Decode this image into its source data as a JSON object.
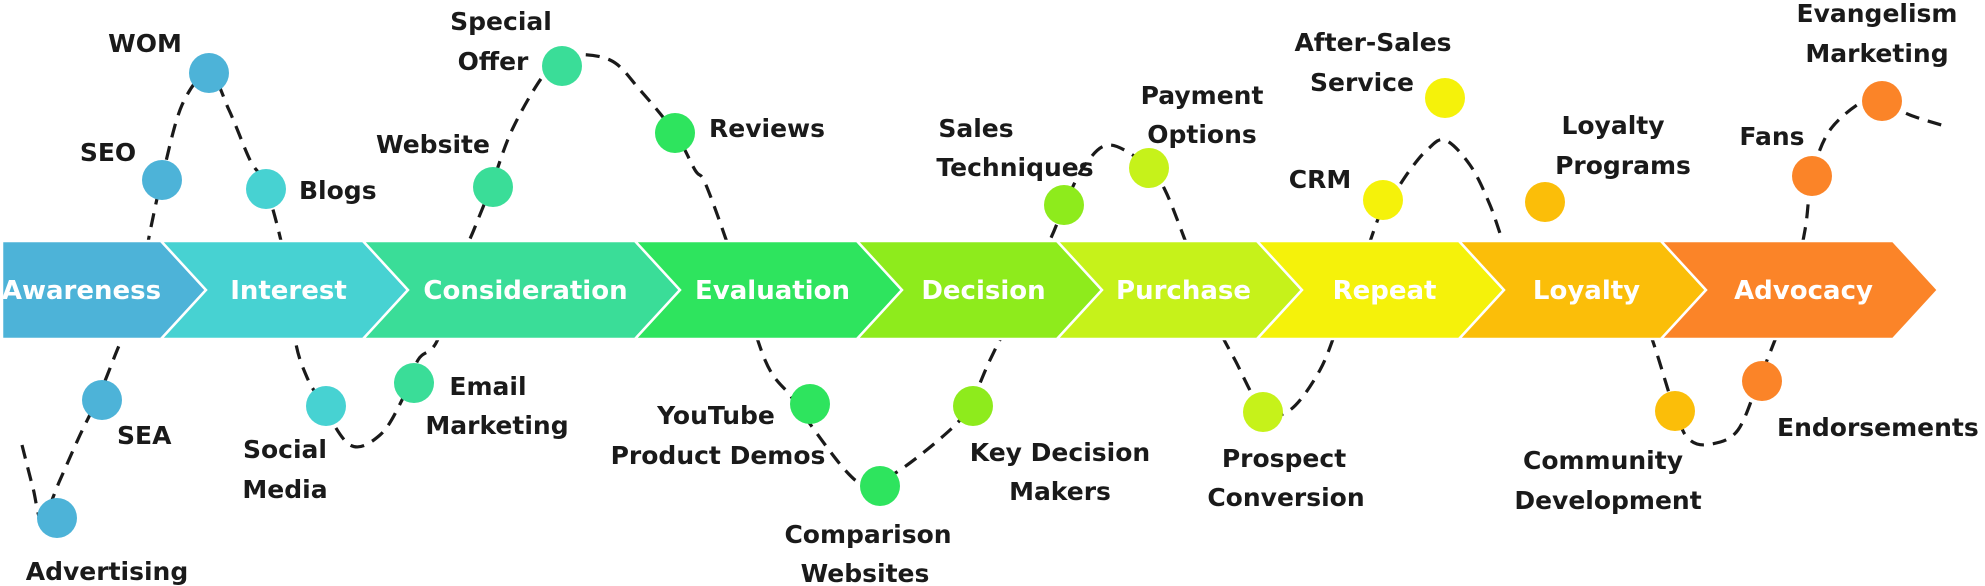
{
  "stages": [
    {
      "label": "Awareness",
      "color": "#4DB3D8"
    },
    {
      "label": "Interest",
      "color": "#47D2D2"
    },
    {
      "label": "Consideration",
      "color": "#3ADD98"
    },
    {
      "label": "Evaluation",
      "color": "#2EE45E"
    },
    {
      "label": "Decision",
      "color": "#8EEB1C"
    },
    {
      "label": "Purchase",
      "color": "#C6F21A"
    },
    {
      "label": "Repeat",
      "color": "#F5F20A"
    },
    {
      "label": "Loyalty",
      "color": "#FBBE09"
    },
    {
      "label": "Advocacy",
      "color": "#FB8428"
    }
  ],
  "touchpoints": [
    {
      "lines": [
        "Advertising"
      ],
      "color": "#4DB3D8"
    },
    {
      "lines": [
        "SEA"
      ],
      "color": "#4DB3D8"
    },
    {
      "lines": [
        "SEO"
      ],
      "color": "#4DB3D8"
    },
    {
      "lines": [
        "WOM"
      ],
      "color": "#4DB3D8"
    },
    {
      "lines": [
        "Blogs"
      ],
      "color": "#47D2D2"
    },
    {
      "lines": [
        "Social",
        "Media"
      ],
      "color": "#47D2D2"
    },
    {
      "lines": [
        "Email",
        "Marketing"
      ],
      "color": "#3ADD98"
    },
    {
      "lines": [
        "Website"
      ],
      "color": "#3ADD98"
    },
    {
      "lines": [
        "Special",
        "Offer"
      ],
      "color": "#3ADD98"
    },
    {
      "lines": [
        "Reviews"
      ],
      "color": "#2EE45E"
    },
    {
      "lines": [
        "YouTube",
        "Product Demos"
      ],
      "color": "#2EE45E"
    },
    {
      "lines": [
        "Comparison",
        "Websites"
      ],
      "color": "#2EE45E"
    },
    {
      "lines": [
        "Key Decision",
        "Makers"
      ],
      "color": "#8EEB1C"
    },
    {
      "lines": [
        "Sales",
        "Techniques"
      ],
      "color": "#8EEB1C"
    },
    {
      "lines": [
        "Payment",
        "Options"
      ],
      "color": "#C6F21A"
    },
    {
      "lines": [
        "Prospect",
        "Conversion"
      ],
      "color": "#C6F21A"
    },
    {
      "lines": [
        "CRM"
      ],
      "color": "#F5F20A"
    },
    {
      "lines": [
        "After-Sales",
        "Service"
      ],
      "color": "#F5F20A"
    },
    {
      "lines": [
        "Loyalty",
        "Programs"
      ],
      "color": "#FBBE09"
    },
    {
      "lines": [
        "Community",
        "Development"
      ],
      "color": "#FBBE09"
    },
    {
      "lines": [
        "Endorsements"
      ],
      "color": "#FB8428"
    },
    {
      "lines": [
        "Fans"
      ],
      "color": "#FB8428"
    },
    {
      "lines": [
        "Evangelism",
        "Marketing"
      ],
      "color": "#FB8428"
    }
  ]
}
